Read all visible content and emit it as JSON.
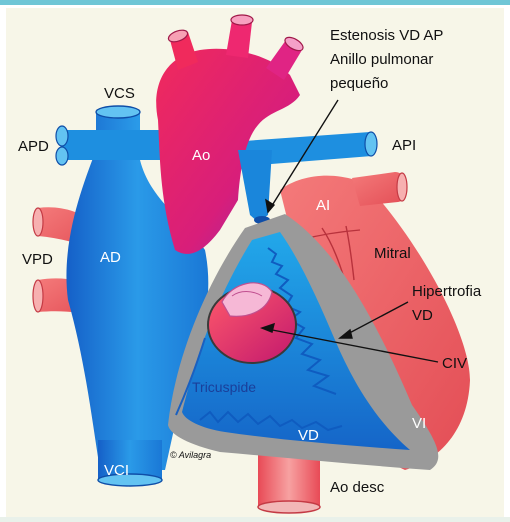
{
  "labels": {
    "vcs": "VCS",
    "apd": "APD",
    "vpd": "VPD",
    "ad": "AD",
    "vci": "VCI",
    "ao": "Ao",
    "api": "API",
    "ai": "AI",
    "mitral": "Mitral",
    "stenosis_line1": "Estenosis VD AP",
    "stenosis_line2": "Anillo pulmonar",
    "stenosis_line3": "pequeño",
    "hypertrophy_line1": "Hipertrofia",
    "hypertrophy_line2": "VD",
    "civ": "CIV",
    "tricuspid": "Tricuspide",
    "vd": "VD",
    "vi": "VI",
    "ao_desc": "Ao desc",
    "copyright": "© Avilagra"
  },
  "colors": {
    "frame": "#6fc6d6",
    "background": "#f7f6e8",
    "venous_blue": "#1f8fe0",
    "aorta_magenta": "#e0206a",
    "left_heart_red": "#ef6b6b",
    "septum_gray": "#9a9a9a"
  }
}
